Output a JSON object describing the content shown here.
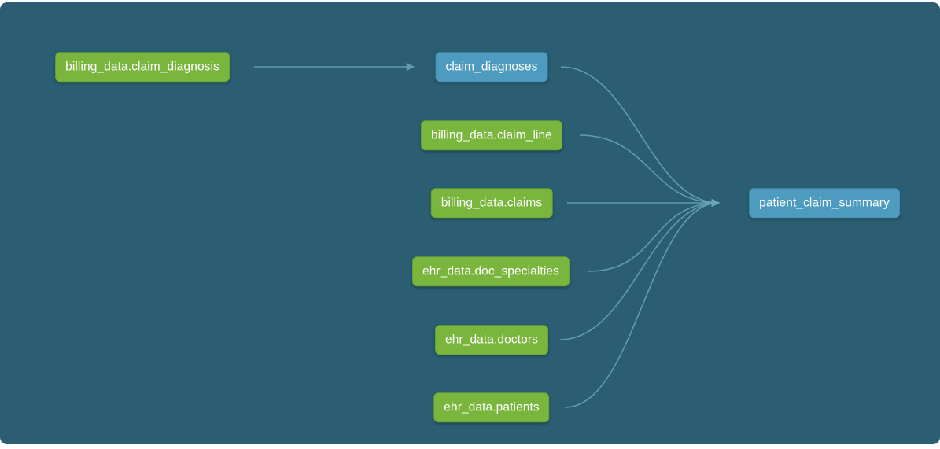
{
  "canvas": {
    "background_color": "#2b5e72",
    "page_background_color": "#ffffff"
  },
  "colors": {
    "source_node_fill": "#7ab63e",
    "source_node_border": "#69a532",
    "model_node_fill": "#4d9cbf",
    "model_node_border": "#4290b4",
    "edge_color": "#6ba6ba",
    "node_text_color": "#ffffff"
  },
  "nodes": [
    {
      "id": "billing_data.claim_diagnosis",
      "label": "billing_data.claim_diagnosis",
      "type": "source"
    },
    {
      "id": "claim_diagnoses",
      "label": "claim_diagnoses",
      "type": "model"
    },
    {
      "id": "billing_data.claim_line",
      "label": "billing_data.claim_line",
      "type": "source"
    },
    {
      "id": "billing_data.claims",
      "label": "billing_data.claims",
      "type": "source"
    },
    {
      "id": "ehr_data.doc_specialties",
      "label": "ehr_data.doc_specialties",
      "type": "source"
    },
    {
      "id": "ehr_data.doctors",
      "label": "ehr_data.doctors",
      "type": "source"
    },
    {
      "id": "ehr_data.patients",
      "label": "ehr_data.patients",
      "type": "source"
    },
    {
      "id": "patient_claim_summary",
      "label": "patient_claim_summary",
      "type": "model"
    }
  ],
  "edges": [
    {
      "from": "billing_data.claim_diagnosis",
      "to": "claim_diagnoses"
    },
    {
      "from": "claim_diagnoses",
      "to": "patient_claim_summary"
    },
    {
      "from": "billing_data.claim_line",
      "to": "patient_claim_summary"
    },
    {
      "from": "billing_data.claims",
      "to": "patient_claim_summary"
    },
    {
      "from": "ehr_data.doc_specialties",
      "to": "patient_claim_summary"
    },
    {
      "from": "ehr_data.doctors",
      "to": "patient_claim_summary"
    },
    {
      "from": "ehr_data.patients",
      "to": "patient_claim_summary"
    }
  ]
}
